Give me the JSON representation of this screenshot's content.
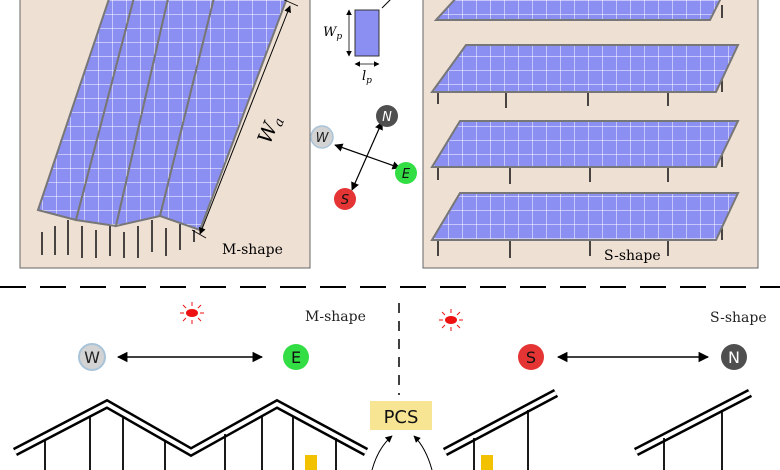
{
  "top": {
    "left_panel": {
      "shape_label": "M-shape",
      "width_label": "W",
      "width_sub": "a"
    },
    "right_panel": {
      "shape_label": "S-shape"
    },
    "module_dims": {
      "wp_label": "W",
      "wp_sub": "p",
      "lp_label": "l",
      "lp_sub": "p"
    },
    "compass": {
      "north": "N",
      "south": "S",
      "east": "E",
      "west": "W"
    }
  },
  "bottom": {
    "left_shape_label": "M-shape",
    "right_shape_label": "S-shape",
    "left_axis": {
      "from": "W",
      "to": "E"
    },
    "right_axis": {
      "from": "S",
      "to": "N"
    },
    "pcs_label": "PCS"
  },
  "colors": {
    "panel_bg": "#efe0d4",
    "solar_fill": "#8c8ff2",
    "west": "#d3d3d3",
    "east": "#33dd44",
    "south": "#e43434",
    "north": "#4f4f4f",
    "pcs_bg": "#f8e593",
    "sun": "#ee1111",
    "inverter": "#f2c200"
  }
}
